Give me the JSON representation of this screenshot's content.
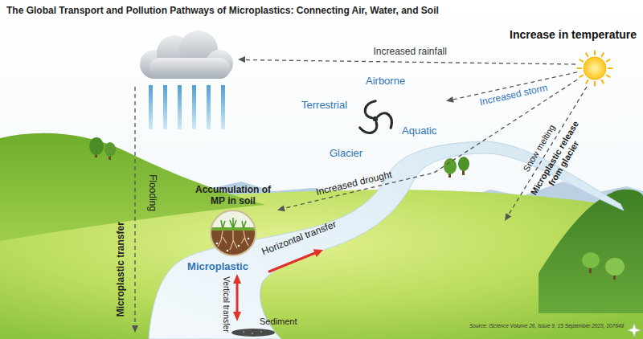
{
  "diagram": {
    "title": "The Global Transport and Pollution Pathways of Microplastics: Connecting Air, Water, and Soil",
    "nodes": [
      {
        "text": [
          "Increase in temperature"
        ]
      },
      {
        "text": [
          "Airborne",
          "Terrestrial",
          "Aquatic",
          "Glacier"
        ]
      },
      {
        "text": [
          "Accumulation of MP in soil"
        ]
      },
      {
        "text": [
          "Microplastic"
        ]
      },
      {
        "text": [
          "Sediment"
        ]
      }
    ],
    "edges": [
      {
        "from": 0,
        "to": 1,
        "label": "Increased storm",
        "arrow": "to"
      },
      {
        "from": 0,
        "to": 2,
        "label": "Increased drought",
        "arrow": "to"
      },
      {
        "from": 3,
        "to": 4,
        "label": "Vertical transfer",
        "arrow": "both"
      }
    ],
    "labels": [
      "Increased rainfall",
      "Snow melting",
      "Microplastic release from glacier",
      "Flooding",
      "Microplastic transfer",
      "Horizontal transfer",
      "Source: iScience Volume 26, Issue 9, 15 September 2023, 107649"
    ]
  }
}
